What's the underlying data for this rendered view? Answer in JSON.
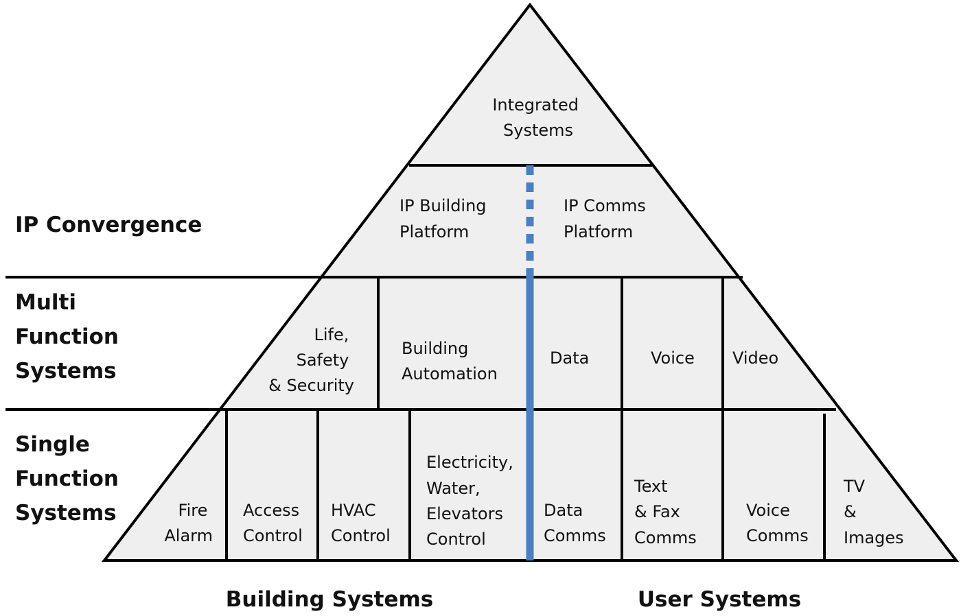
{
  "tiers": {
    "top": [
      "Integrated",
      "Systems"
    ],
    "ip_building": [
      "IP Building",
      "Platform"
    ],
    "ip_comms": [
      "IP Comms",
      "Platform"
    ],
    "multi": {
      "life_safety": [
        "Life,",
        "Safety",
        "& Security"
      ],
      "building_automation": [
        "Building",
        "Automation"
      ],
      "data": [
        "Data"
      ],
      "voice": [
        "Voice"
      ],
      "video": [
        "Video"
      ]
    },
    "single": {
      "fire_alarm": [
        "Fire",
        "Alarm"
      ],
      "access_control": [
        "Access",
        "Control"
      ],
      "hvac_control": [
        "HVAC",
        "Control"
      ],
      "electricity": [
        "Electricity,",
        "Water,",
        "Elevators",
        "Control"
      ],
      "data_comms": [
        "Data",
        "Comms"
      ],
      "text_fax": [
        "Text",
        "& Fax",
        "Comms"
      ],
      "voice_comms": [
        "Voice",
        "Comms"
      ],
      "tv_images": [
        "TV",
        "&",
        "Images"
      ]
    }
  },
  "side_labels": {
    "ip_convergence": [
      "IP Convergence"
    ],
    "multi_function": [
      "Multi",
      "Function",
      "Systems"
    ],
    "single_function": [
      "Single",
      "Function",
      "Systems"
    ]
  },
  "footer": {
    "building_systems": "Building Systems",
    "user_systems": "User Systems"
  },
  "colors": {
    "fill": "#efefef",
    "line": "#000000",
    "divider": "#4a7fc1"
  }
}
